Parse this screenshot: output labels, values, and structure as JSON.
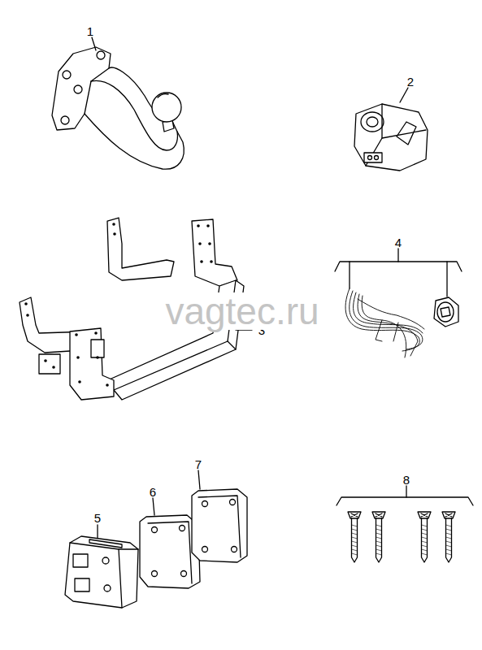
{
  "diagram": {
    "labels": [
      "1",
      "2",
      "3",
      "4",
      "5",
      "6",
      "7",
      "8",
      "vagtec.ru"
    ]
  }
}
